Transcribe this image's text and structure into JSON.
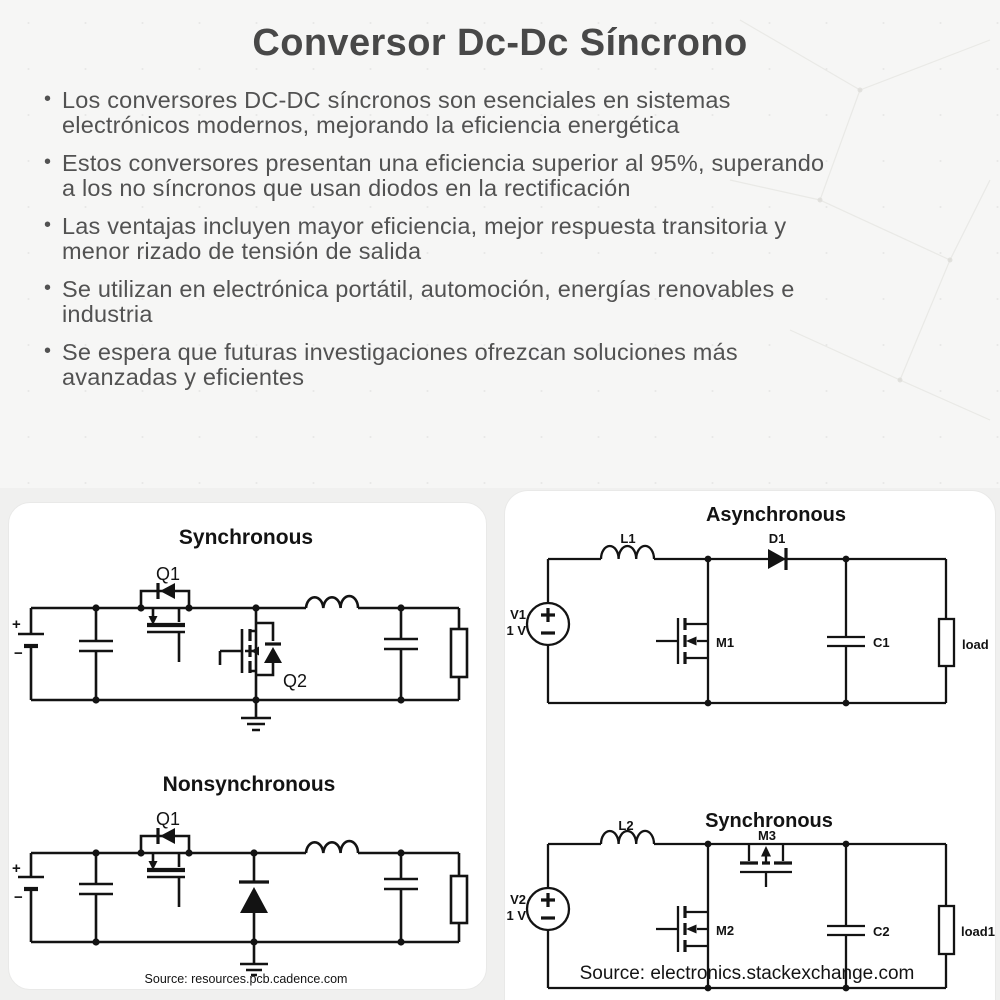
{
  "slide": {
    "title": "Conversor Dc-Dc Síncrono",
    "bullet_marker": "•",
    "bullets": [
      [
        "Los conversores DC-DC síncronos son esenciales en sistemas",
        "electrónicos modernos, mejorando la eficiencia energética"
      ],
      [
        "Estos conversores presentan una eficiencia superior al 95%, superando",
        "a los no síncronos que usan diodos en la rectificación"
      ],
      [
        "Las ventajas incluyen mayor eficiencia, mejor respuesta transitoria y",
        "menor rizado de tensión de salida"
      ],
      [
        "Se utilizan en electrónica portátil, automoción, energías renovables e",
        "industria"
      ],
      [
        "Se espera que futuras investigaciones ofrezcan soluciones más",
        "avanzadas y eficientes"
      ]
    ]
  },
  "left_panel": {
    "synchronous_title": "Synchronous",
    "nonsynchronous_title": "Nonsynchronous",
    "labels": {
      "q1_top": "Q1",
      "q2": "Q2",
      "q1_bottom": "Q1",
      "plus_top": "+",
      "minus_top": "−",
      "plus_bottom": "+",
      "minus_bottom": "−"
    },
    "source": "Source: resources.pcb.cadence.com"
  },
  "right_panel": {
    "asynchronous_title": "Asynchronous",
    "synchronous_title": "Synchronous",
    "labels": {
      "l1": "L1",
      "d1": "D1",
      "v1": "V1",
      "v1_value": "1 V",
      "m1": "M1",
      "c1": "C1",
      "load": "load",
      "l2": "L2",
      "m3": "M3",
      "v2": "V2",
      "v2_value": "1 V",
      "m2": "M2",
      "c2": "C2",
      "load1": "load1"
    },
    "source": "Source: electronics.stackexchange.com"
  },
  "colors": {
    "page_bg": "#f6f6f5",
    "card_bg": "#ffffff",
    "text": "#525252",
    "circuit": "#131313",
    "source_text": "#b3b3b3"
  }
}
